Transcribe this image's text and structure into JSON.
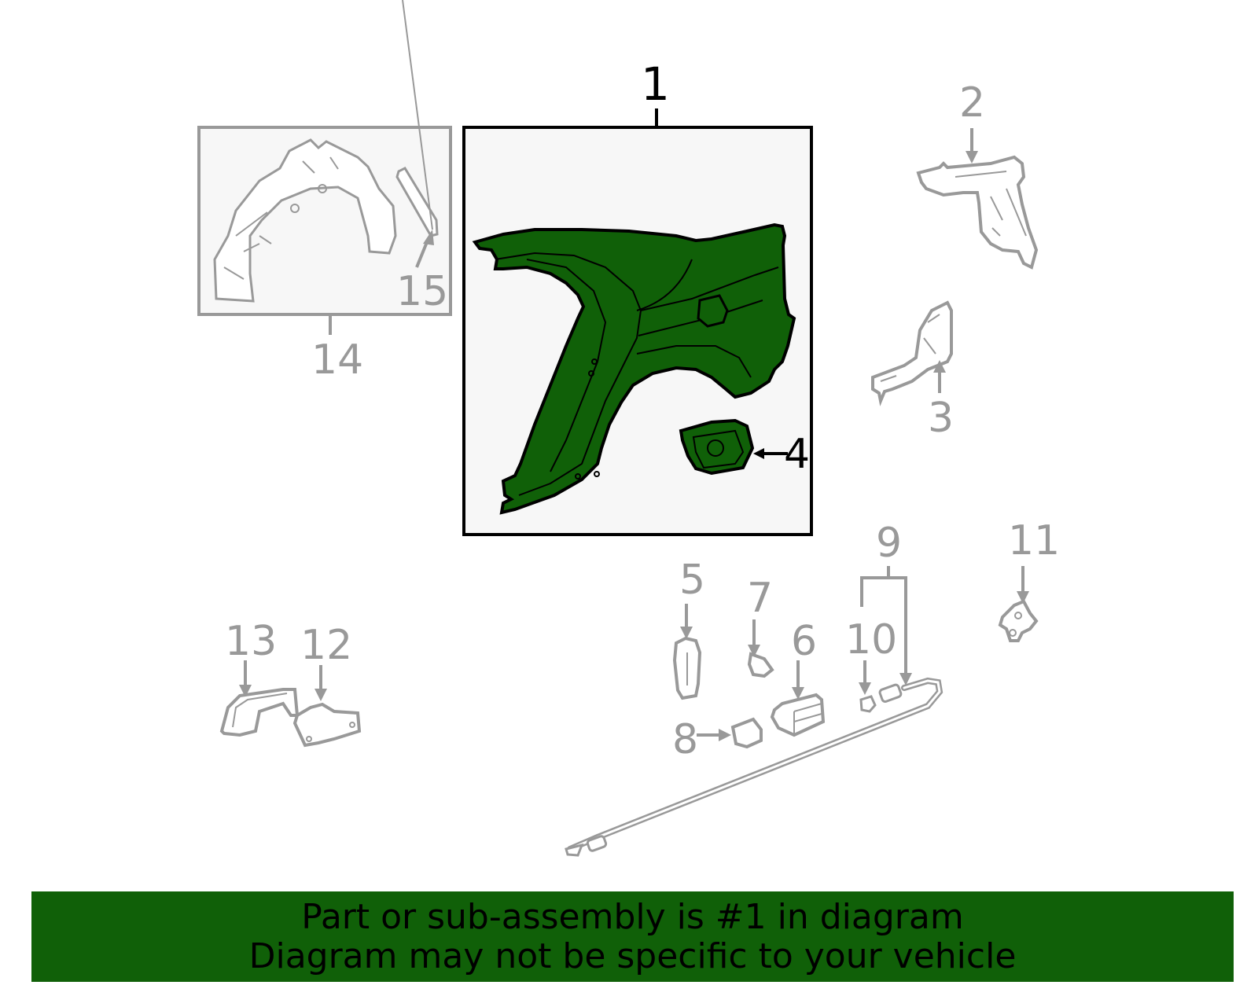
{
  "diagram": {
    "title": "Quarter panel assembly parts diagram",
    "highlight_color": "#106008",
    "highlight_part": "1",
    "parts": [
      {
        "id": "1",
        "label": "1",
        "name": "quarter-panel",
        "highlighted": true
      },
      {
        "id": "2",
        "label": "2",
        "name": "upper-bracket"
      },
      {
        "id": "3",
        "label": "3",
        "name": "lower-bracket"
      },
      {
        "id": "4",
        "label": "4",
        "name": "fuel-door-housing",
        "highlighted": true
      },
      {
        "id": "5",
        "label": "5",
        "name": "bracket"
      },
      {
        "id": "6",
        "label": "6",
        "name": "lock-actuator"
      },
      {
        "id": "7",
        "label": "7",
        "name": "clip"
      },
      {
        "id": "8",
        "label": "8",
        "name": "clip"
      },
      {
        "id": "9",
        "label": "9",
        "name": "release-cable-assembly"
      },
      {
        "id": "10",
        "label": "10",
        "name": "nut"
      },
      {
        "id": "11",
        "label": "11",
        "name": "hinge"
      },
      {
        "id": "12",
        "label": "12",
        "name": "bracket"
      },
      {
        "id": "13",
        "label": "13",
        "name": "reinforcement"
      },
      {
        "id": "14",
        "label": "14",
        "name": "wheelhouse-assembly"
      },
      {
        "id": "15",
        "label": "15",
        "name": "extension"
      }
    ]
  },
  "footer": {
    "line1": "Part or sub-assembly is #1 in diagram",
    "line2": "Diagram may not be specific to your vehicle",
    "background": "#106008"
  }
}
